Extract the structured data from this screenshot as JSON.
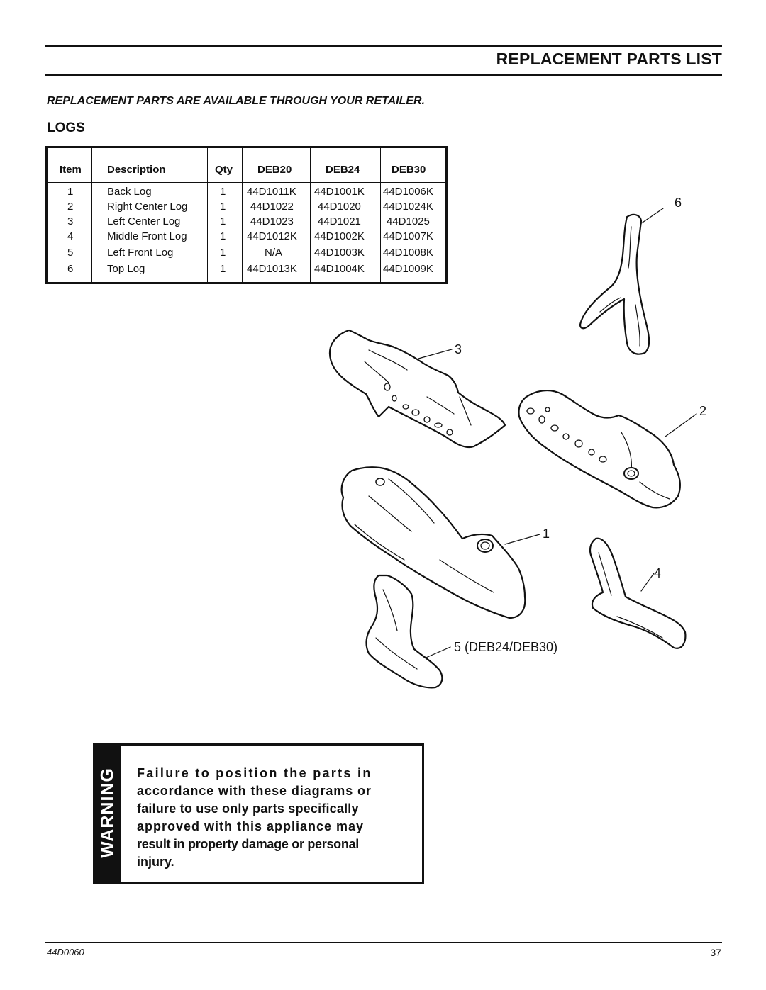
{
  "header": {
    "title": "REPLACEMENT PARTS LIST",
    "subtitle": "REPLACEMENT PARTS ARE AVAILABLE THROUGH YOUR RETAILER.",
    "section": "LOGS"
  },
  "table": {
    "headers": [
      "Item",
      "Description",
      "Qty",
      "DEB20",
      "DEB24",
      "DEB30"
    ],
    "rows": [
      [
        "1",
        "Back Log",
        "1",
        "44D1011K",
        "44D1001K",
        "44D1006K"
      ],
      [
        "2",
        "Right Center Log",
        "1",
        "44D1022",
        "44D1020",
        "44D1024K"
      ],
      [
        "3",
        "Left Center Log",
        "1",
        "44D1023",
        "44D1021",
        "44D1025"
      ],
      [
        "4",
        "Middle Front Log",
        "1",
        "44D1012K",
        "44D1002K",
        "44D1007K"
      ],
      [
        "5",
        "Left Front Log",
        "1",
        "N/A",
        "44D1003K",
        "44D1008K"
      ],
      [
        "6",
        "Top Log",
        "1",
        "44D1013K",
        "44D1004K",
        "44D1009K"
      ]
    ]
  },
  "diagram": {
    "callouts": {
      "top_log": "6",
      "left_center": "3",
      "right_center": "2",
      "back_log": "1",
      "middle_front": "4",
      "left_front": "5 (DEB24/DEB30)"
    }
  },
  "warning": {
    "label": "WARNING",
    "lines": [
      "Failure to position the parts in",
      "accordance with these diagrams or",
      "failure to use only parts specifically",
      "approved with this appliance may",
      "result in property damage or personal",
      "injury."
    ]
  },
  "footer": {
    "doc_code": "44D0060",
    "page_number": "37"
  }
}
